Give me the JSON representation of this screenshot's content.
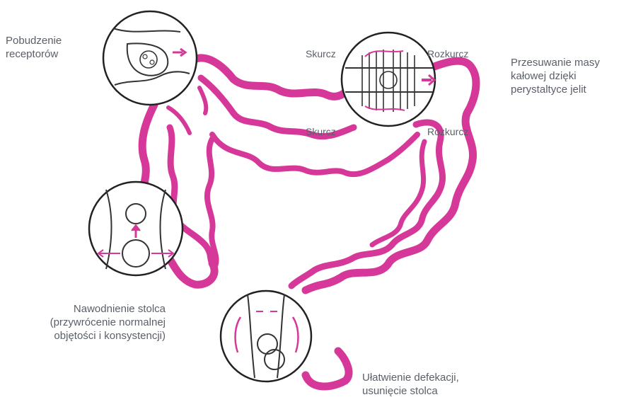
{
  "colors": {
    "accent": "#d6389a",
    "ink": "#222222",
    "text": "#5a5f68",
    "background": "#ffffff"
  },
  "labels": {
    "receptors": [
      "Pobudzenie",
      "receptorów"
    ],
    "peristalsis": [
      "Przesuwanie masy",
      "kałowej dzięki",
      "perystaltyce jelit"
    ],
    "hydration": [
      "Nawodnienie stolca",
      "(przywrócenie normalnej",
      "objętości i konsystencji)"
    ],
    "defecation": [
      "Ułatwienie defekacji,",
      "usunięcie stolca"
    ],
    "contraction_top": "Skurcz",
    "relaxation_top": "Rozkurcz",
    "contraction_bottom": "Skurcz",
    "relaxation_bottom": "Rozkurcz"
  }
}
